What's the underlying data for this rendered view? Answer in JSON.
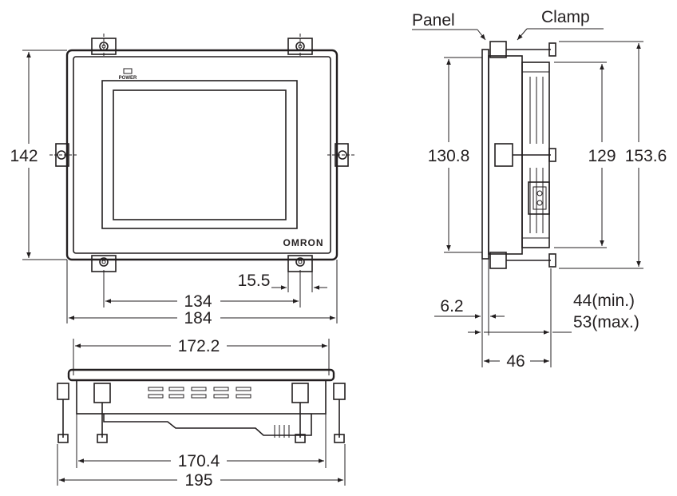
{
  "labels": {
    "panel": "Panel",
    "clamp": "Clamp",
    "power": "POWER",
    "brand": "OMRON"
  },
  "dimensions": {
    "front_height": "142",
    "hole_offset": "15.5",
    "hole_span": "134",
    "front_width": "184",
    "side_inner_height": "130.8",
    "side_case_height": "129",
    "side_total_height": "153.6",
    "panel_thickness": "6.2",
    "depth_min": "44(min.)",
    "depth_max": "53(max.)",
    "side_depth": "46",
    "bottom_bezel_width": "172.2",
    "bottom_case_width": "170.4",
    "bottom_total_width": "195"
  },
  "colors": {
    "line": "#231f20",
    "bezel": "#e8e8e8",
    "screen": "#f2f2f2"
  }
}
